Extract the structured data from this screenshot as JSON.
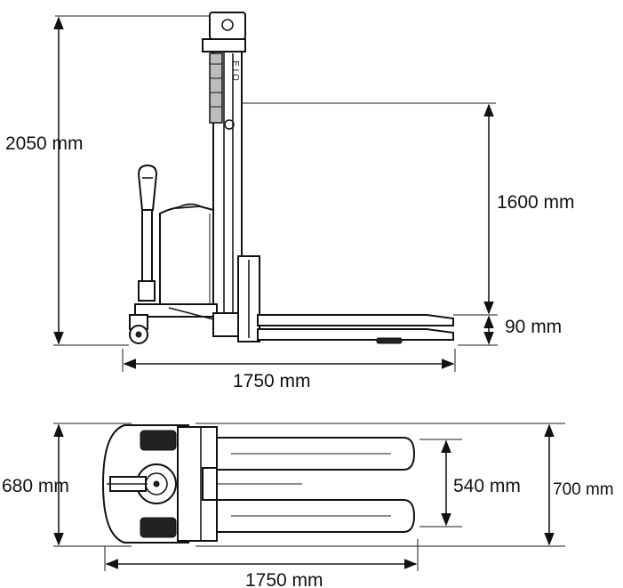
{
  "side_view": {
    "overall_height": "2050 mm",
    "lift_height": "1600 mm",
    "lowered_height": "90 mm",
    "overall_length": "1750 mm"
  },
  "top_view": {
    "chassis_width": "680 mm",
    "fork_spread": "540 mm",
    "overall_width": "700 mm",
    "overall_length": "1750 mm"
  },
  "mast_label": "E I O"
}
